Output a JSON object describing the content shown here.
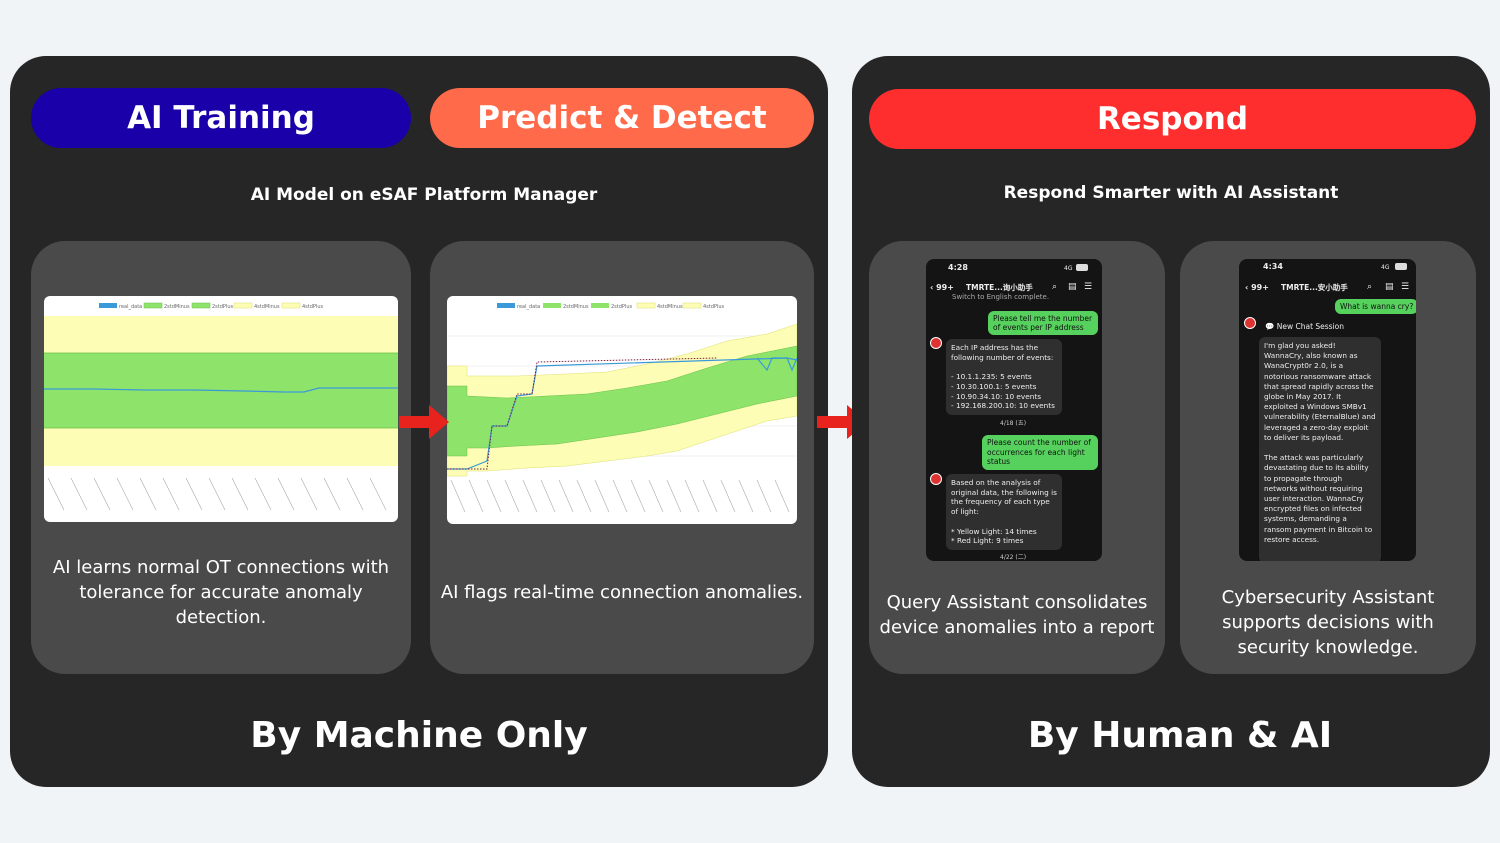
{
  "left": {
    "pills": {
      "training": "AI Training",
      "predict": "Predict & Detect"
    },
    "subtitle": "AI Model on eSAF Platform Manager",
    "card1_text": "AI learns normal OT connections with tolerance for accurate anomaly detection.",
    "card2_text": "AI flags real-time connection anomalies.",
    "footer": "By Machine Only",
    "legend": [
      "real_data",
      "2stdMinus",
      "2stdPlus",
      "4stdMinus",
      "4stdPlus"
    ]
  },
  "right": {
    "pill": "Respond",
    "subtitle": "Respond Smarter with AI Assistant",
    "card1_text": "Query Assistant consolidates device anomalies into a report",
    "card2_text": "Cybersecurity Assistant supports decisions with security knowledge.",
    "footer": "By Human & AI"
  },
  "phone1": {
    "time": "4:28",
    "status": "4G",
    "back_count": "99+",
    "chat_title": "TMRTE...询小助手",
    "top_cut": "Switch to English complete.",
    "q1": "Please tell me the number of events per IP address",
    "a1": "Each IP address has the following number of events:\n\n- 10.1.1.235: 5 events\n- 10.30.100.1: 5 events\n- 10.90.34.10: 10 events\n- 192.168.200.10: 10 events",
    "date": "4/18 (五)",
    "q2": "Please count the number of occurrences for each light status",
    "a2": "Based on the analysis of original data, the following is the frequency of each type of light:\n\n* Yellow Light: 14 times\n* Red Light: 9 times",
    "date2": "4/22 (二)"
  },
  "phone2": {
    "time": "4:34",
    "status": "4G",
    "back_count": "99+",
    "chat_title": "TMRTE...安小助手",
    "q1": "What is wanna cry?",
    "session": "New Chat Session",
    "a1": "I'm glad you asked! WannaCry, also known as WanaCrypt0r 2.0, is a notorious ransomware attack that spread rapidly across the globe in May 2017. It exploited a Windows SMBv1 vulnerability (EternalBlue) and leveraged a zero-day exploit to deliver its payload.\n\nThe attack was particularly devastating due to its ability to propagate through networks without requiring user interaction. WannaCry encrypted files on infected systems, demanding a ransom payment in Bitcoin to restore access."
  },
  "colors": {
    "panel": "#262626",
    "card": "#4a4a4a",
    "training_pill": "#1a00a8",
    "predict_pill": "#ff6a4a",
    "respond_pill": "#ff2e2e",
    "arrow": "#e8221c",
    "band_inner": "#8ee36a",
    "band_outer": "#fdfdb5",
    "real_data": "#3a9ad9"
  }
}
